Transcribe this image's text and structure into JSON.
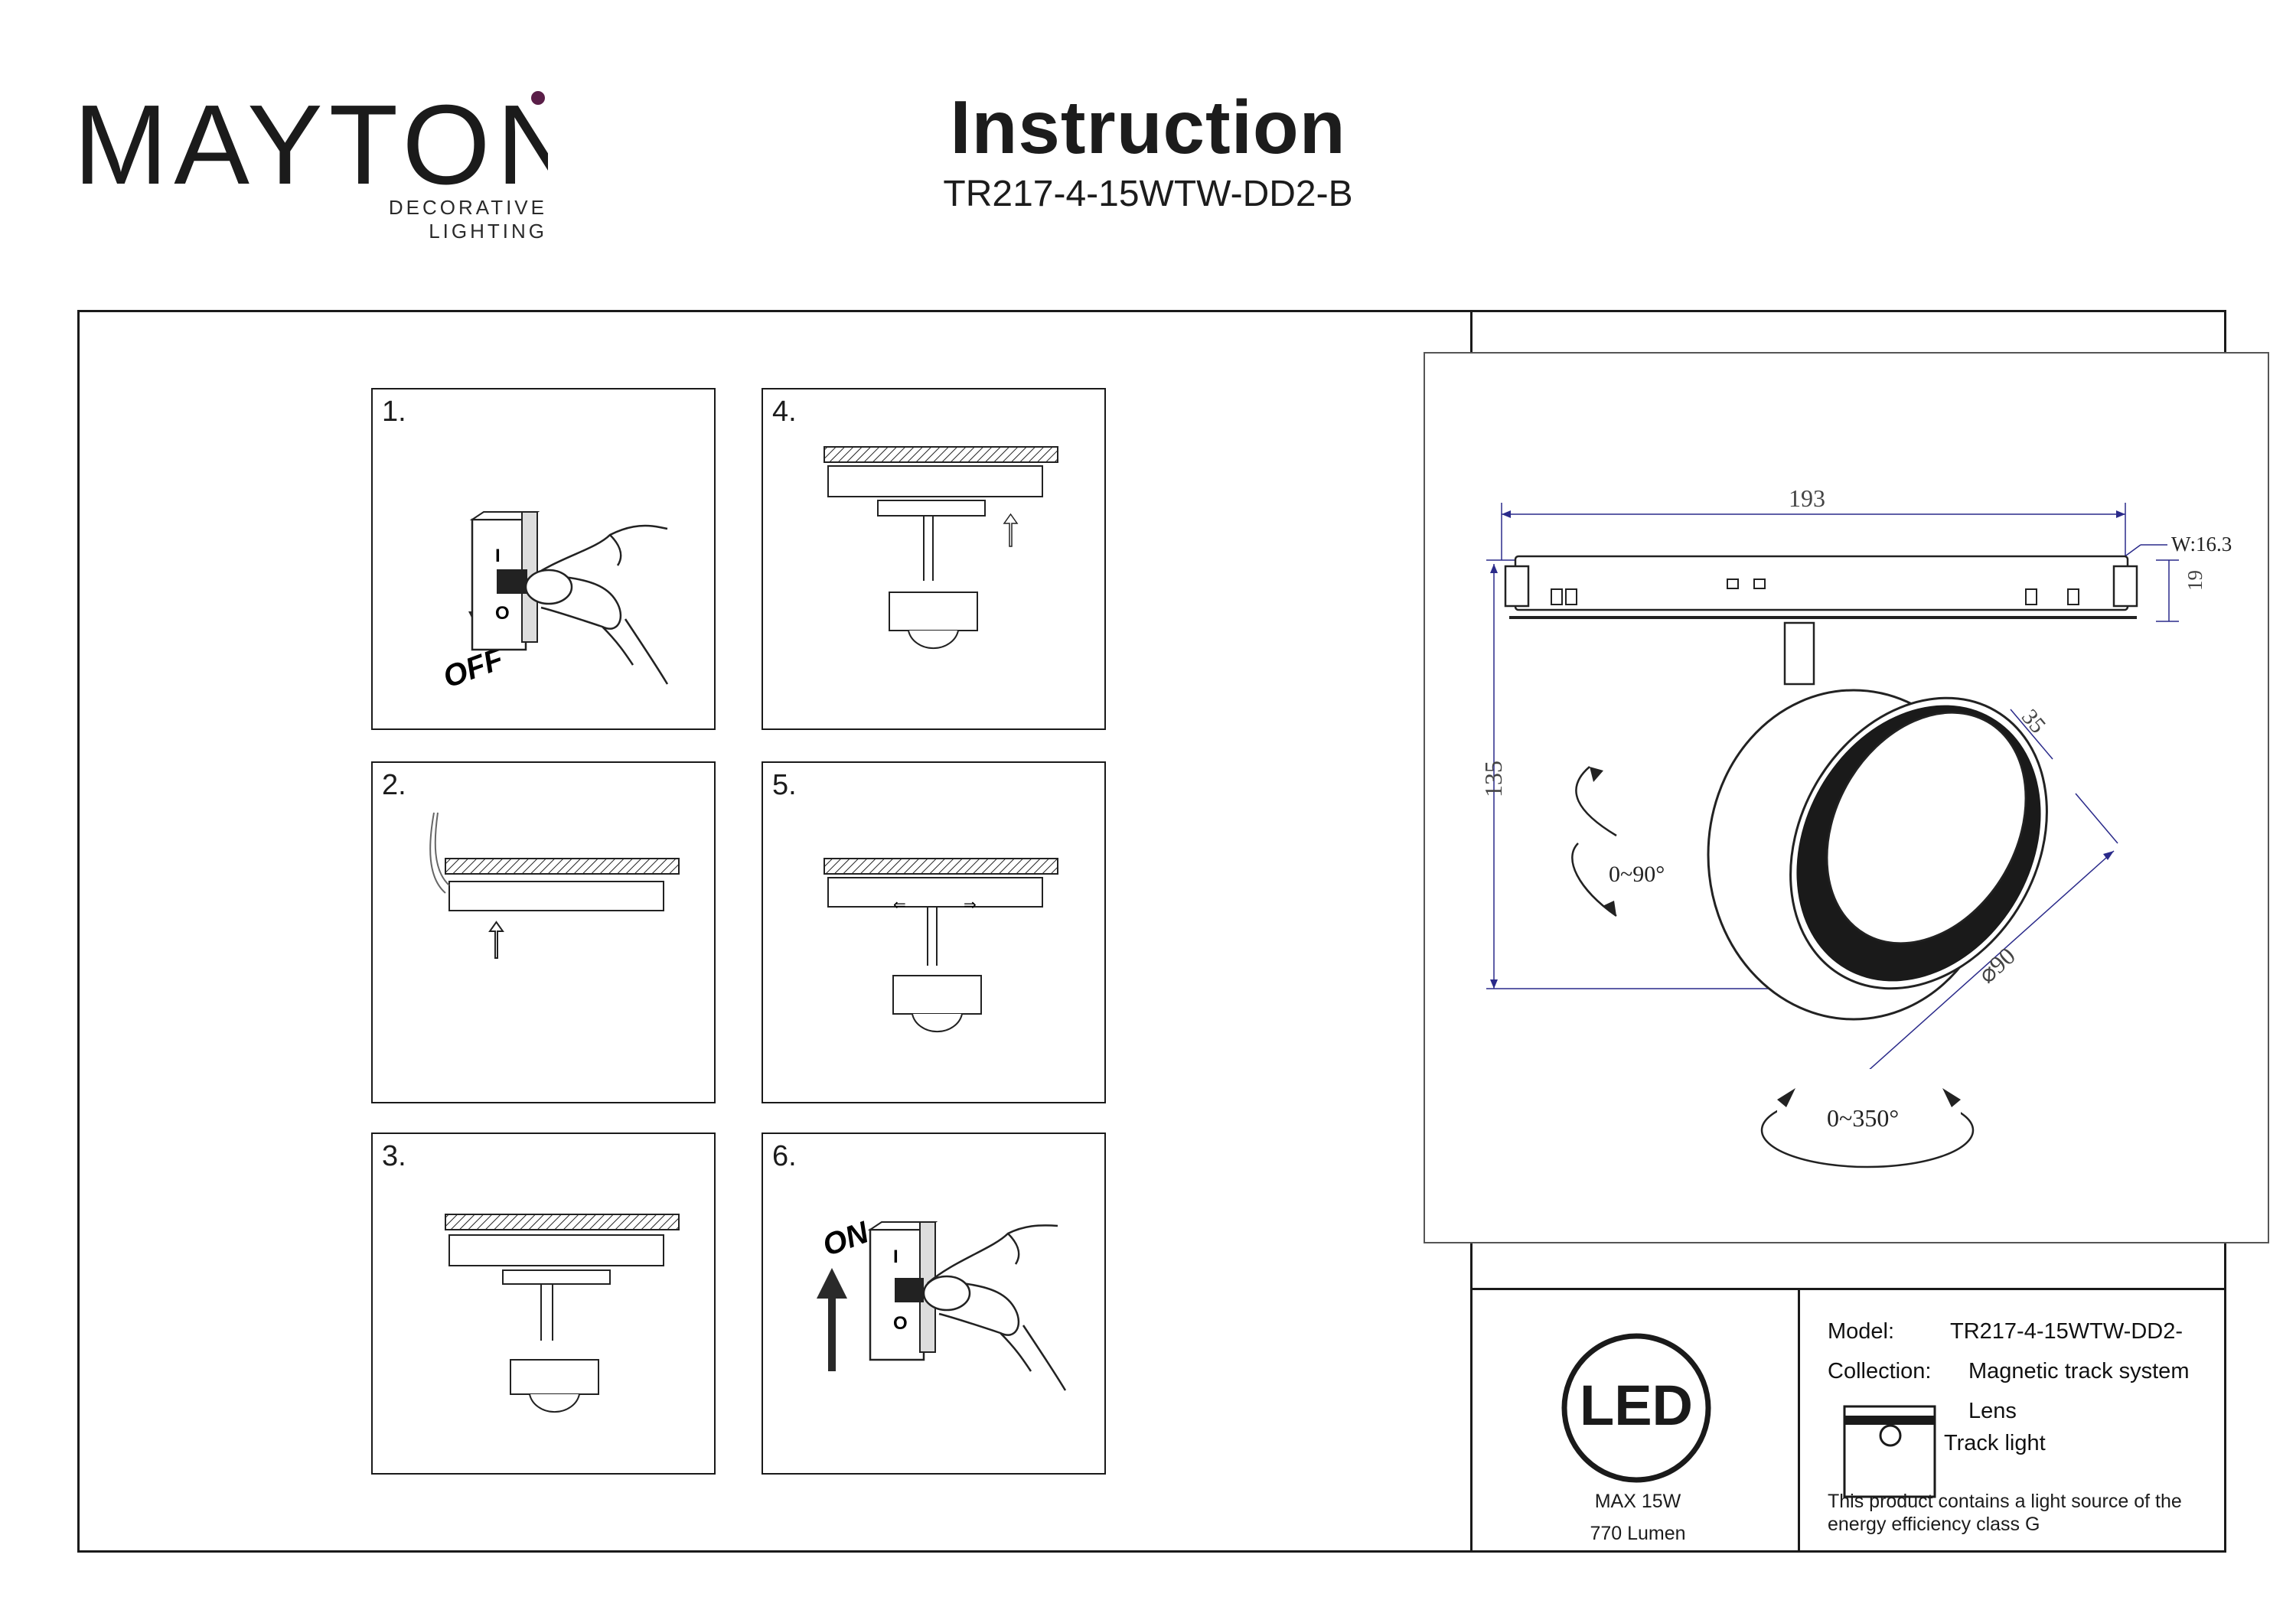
{
  "logo": {
    "wordmark": "MAYTONI",
    "tagline": "DECORATIVE LIGHTING",
    "brand_color": "#5a1e48"
  },
  "header": {
    "title": "Instruction",
    "model": "TR217-4-15WTW-DD2-B"
  },
  "steps": [
    {
      "number": "1.",
      "icon": "switch-off-icon",
      "label": "OFF",
      "switch_on": "I",
      "switch_off": "O"
    },
    {
      "number": "2.",
      "icon": "mount-rail-icon"
    },
    {
      "number": "3.",
      "icon": "attach-lamp-icon"
    },
    {
      "number": "4.",
      "icon": "insert-lamp-icon"
    },
    {
      "number": "5.",
      "icon": "lock-lamp-icon"
    },
    {
      "number": "6.",
      "icon": "switch-on-icon",
      "label": "ON",
      "switch_on": "I",
      "switch_off": "O"
    }
  ],
  "dimensions": {
    "length": "193",
    "width": "W:16.3",
    "rail_height": "19",
    "height": "135",
    "lens_depth": "35",
    "diameter": "⌀90",
    "tilt": "0~90°",
    "rotation": "0~350°"
  },
  "led": {
    "badge": "LED",
    "power": "MAX 15W",
    "lumen": "770 Lumen"
  },
  "info": {
    "model_label": "Model:",
    "model_value": "TR217-4-15WTW-DD2-",
    "collection_label": "Collection:",
    "collection_value": "Magnetic track system",
    "lens_label": "Lens",
    "type_label": "Track light",
    "energy_note_line1": "This product contains a light source of the",
    "energy_note_line2": "energy efficiency class G"
  },
  "colors": {
    "dimension_lines": "#2a2a8a"
  }
}
